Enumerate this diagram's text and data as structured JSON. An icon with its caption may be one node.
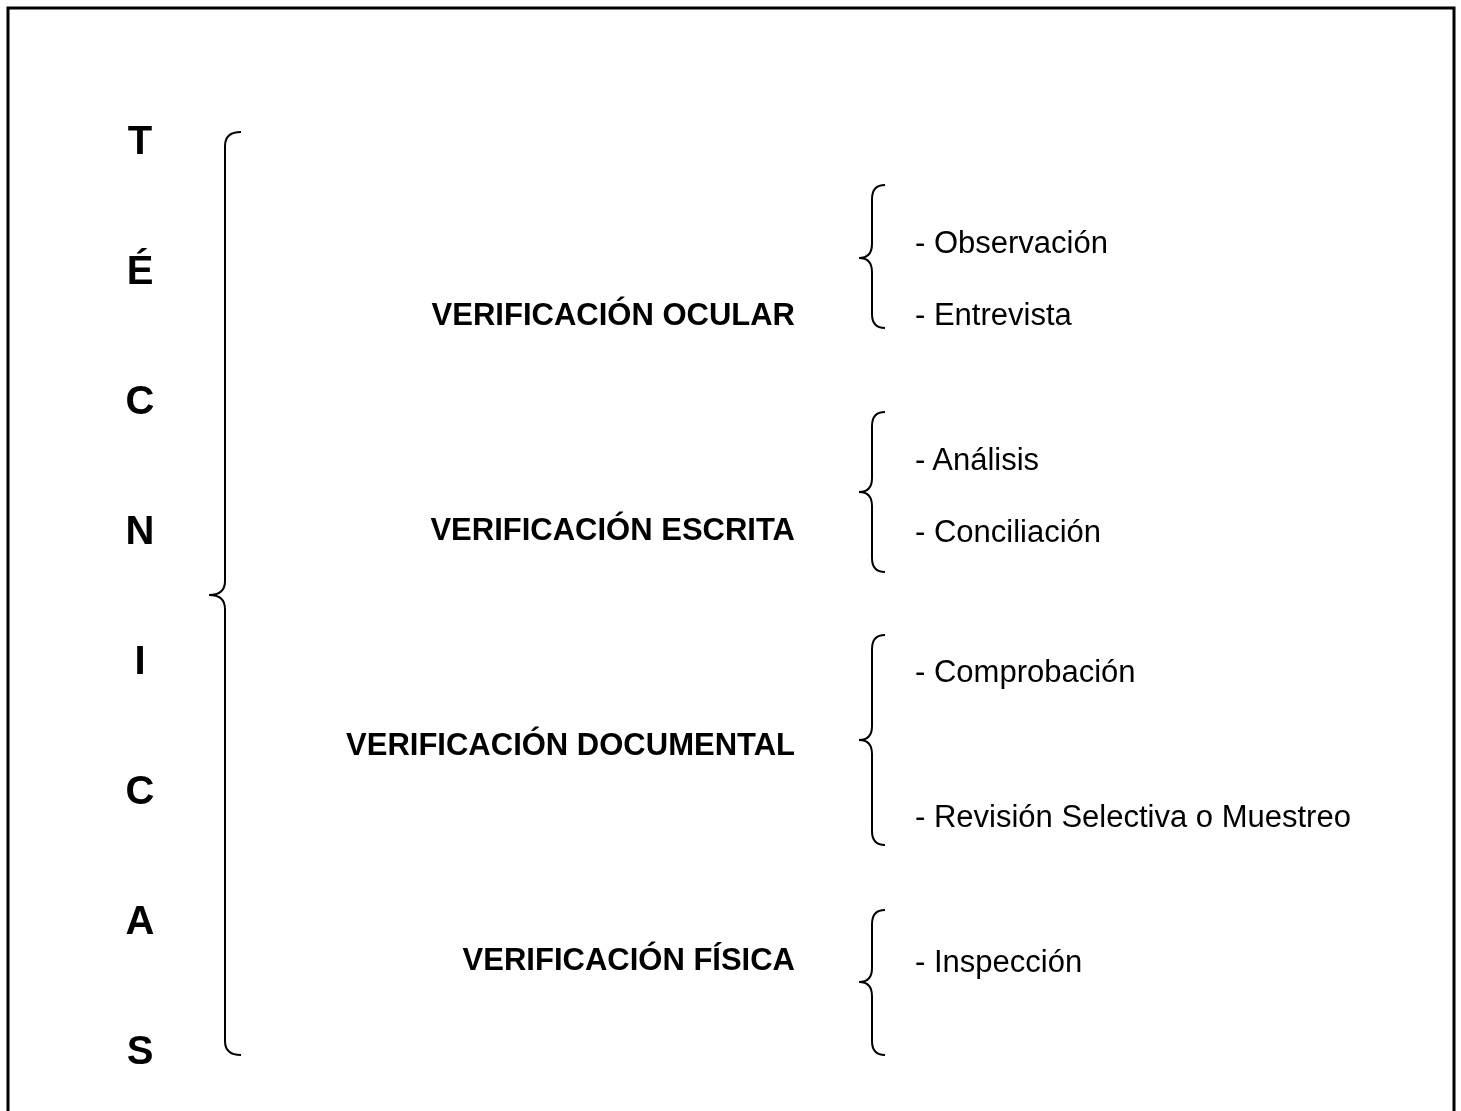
{
  "diagram": {
    "labels": [
      "TÉCNICAS",
      "VERIFICACIÓN OCULAR",
      "- Observación",
      "- Entrevista",
      "VERIFICACIÓN ESCRITA",
      "- Análisis",
      "- Conciliación",
      "VERIFICACIÓN DOCUMENTAL",
      "- Comprobación",
      "- Revisión Selectiva o Muestreo",
      "VERIFICACIÓN FÍSICA",
      "- Inspección"
    ]
  }
}
